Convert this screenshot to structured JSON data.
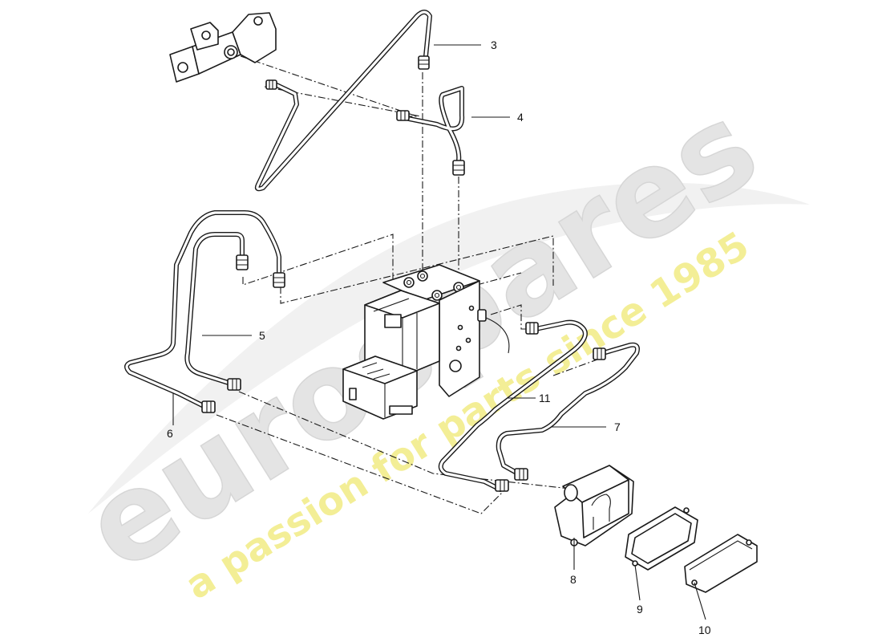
{
  "callouts": [
    {
      "id": "3",
      "label": "3"
    },
    {
      "id": "4",
      "label": "4"
    },
    {
      "id": "5",
      "label": "5"
    },
    {
      "id": "6",
      "label": "6"
    },
    {
      "id": "7",
      "label": "7"
    },
    {
      "id": "8",
      "label": "8"
    },
    {
      "id": "9",
      "label": "9"
    },
    {
      "id": "10",
      "label": "10"
    },
    {
      "id": "11",
      "label": "11"
    }
  ],
  "watermark": {
    "brand": "eurospares",
    "tagline": "a passion for parts since 1985",
    "brand_color": "#e2e2e2",
    "tagline_color": "#f3ee96"
  }
}
